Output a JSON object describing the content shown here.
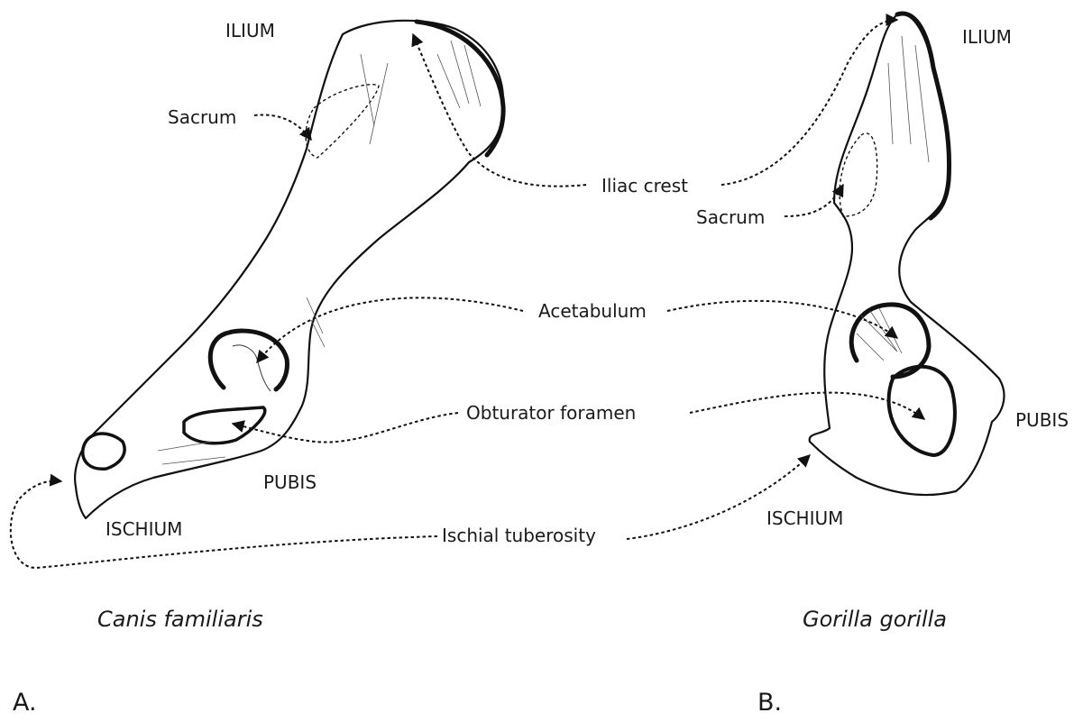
{
  "labels": {
    "ilium_a": "ILIUM",
    "sacrum_a": "Sacrum",
    "iliac_crest": "Iliac crest",
    "acetabulum": "Acetabulum",
    "obturator_foramen": "Obturator foramen",
    "pubis_a": "PUBIS",
    "ischium_a": "ISCHIUM",
    "ischial_tuberosity": "Ischial tuberosity",
    "ilium_b": "ILIUM",
    "sacrum_b": "Sacrum",
    "pubis_b": "PUBIS",
    "ischium_b": "ISCHIUM"
  },
  "species": {
    "a": "Canis familiaris",
    "b": "Gorilla gorilla"
  },
  "panels": {
    "a": "A.",
    "b": "B."
  }
}
